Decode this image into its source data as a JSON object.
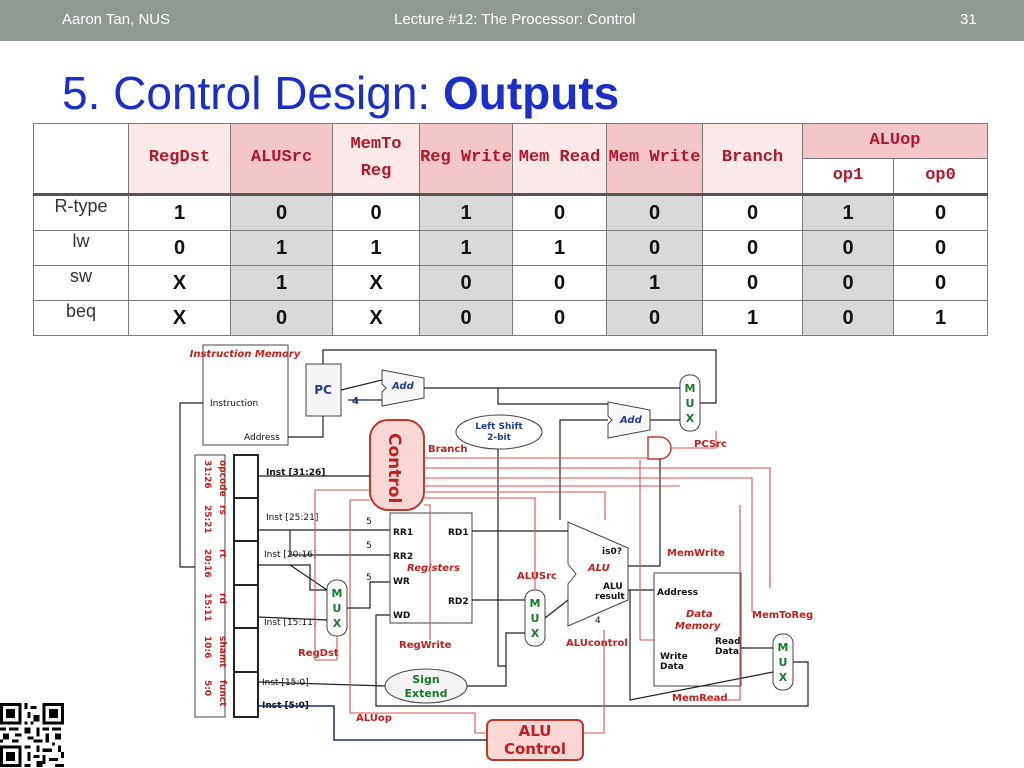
{
  "header": {
    "author": "Aaron Tan, NUS",
    "lecture": "Lecture #12: The Processor: Control",
    "page": "31"
  },
  "slide": {
    "title_prefix": "5. Control Design: ",
    "title_bold": "Outputs"
  },
  "table": {
    "columns": [
      "RegDst",
      "ALUSrc",
      "MemTo Reg",
      "Reg Write",
      "Mem Read",
      "Mem Write",
      "Branch"
    ],
    "aluop_group": "ALUop",
    "aluop_sub": [
      "op1",
      "op0"
    ],
    "rows": [
      {
        "label": "R-type",
        "values": [
          "1",
          "0",
          "0",
          "1",
          "0",
          "0",
          "0",
          "1",
          "0"
        ]
      },
      {
        "label": "lw",
        "values": [
          "0",
          "1",
          "1",
          "1",
          "1",
          "0",
          "0",
          "0",
          "0"
        ]
      },
      {
        "label": "sw",
        "values": [
          "X",
          "1",
          "X",
          "0",
          "0",
          "1",
          "0",
          "0",
          "0"
        ]
      },
      {
        "label": "beq",
        "values": [
          "X",
          "0",
          "X",
          "0",
          "0",
          "0",
          "1",
          "0",
          "1"
        ]
      }
    ]
  },
  "diagram": {
    "instruction_memory": "Instruction Memory",
    "instruction": "Instruction",
    "address": "Address",
    "pc": "PC",
    "add": "Add",
    "four": "4",
    "left_shift": "Left Shift",
    "two_bit": "2-bit",
    "branch": "Branch",
    "control": "Control",
    "pcsrc": "PCSrc",
    "mux_m": "M",
    "mux_u": "U",
    "mux_x": "X",
    "inst_31_26": "Inst [31:26]",
    "inst_25_21": "Inst [25:21]",
    "inst_20_16": "Inst [20:16]",
    "inst_15_11": "Inst [15:11]",
    "inst_15_0": "Inst [15:0]",
    "inst_5_0": "Inst [5:0]",
    "five": "5",
    "rr1": "RR1",
    "rr2": "RR2",
    "wr": "WR",
    "wd": "WD",
    "rd1": "RD1",
    "rd2": "RD2",
    "registers": "Registers",
    "regdst": "RegDst",
    "regwrite": "RegWrite",
    "sign": "Sign",
    "extend": "Extend",
    "alusrc": "ALUSrc",
    "is0": "is0?",
    "alu": "ALU",
    "alu_result_1": "ALU",
    "alu_result_2": "result",
    "alucontrol": "ALUcontrol",
    "memwrite": "MemWrite",
    "memtoreg": "MemToReg",
    "memread": "MemRead",
    "data": "Data",
    "memory": "Memory",
    "read": "Read",
    "data2": "Data",
    "write": "Write",
    "aluop": "ALUop",
    "alu_ctrl_1": "ALU",
    "alu_ctrl_2": "Control",
    "fields": [
      {
        "name": "opcode",
        "bits": "31:26"
      },
      {
        "name": "rs",
        "bits": "25:21"
      },
      {
        "name": "rt",
        "bits": "20:16"
      },
      {
        "name": "rd",
        "bits": "15:11"
      },
      {
        "name": "shamt",
        "bits": "10:6"
      },
      {
        "name": "funct",
        "bits": "5:0"
      }
    ]
  }
}
